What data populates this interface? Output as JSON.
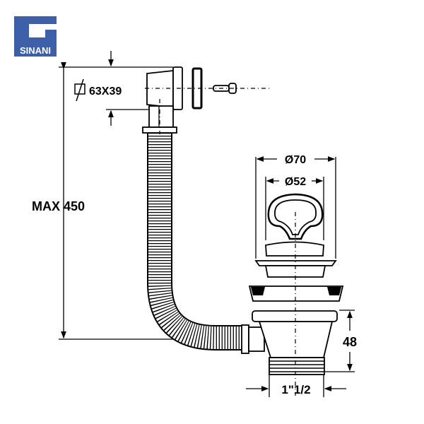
{
  "logo": {
    "text": "SINANI",
    "color": "#3d5fa8"
  },
  "dimensions": {
    "max_length": "MAX 450",
    "overflow_size": "63X39",
    "outer_diameter": "Ø70",
    "inner_diameter": "Ø52",
    "height": "48",
    "thread": "1\"1/2"
  }
}
